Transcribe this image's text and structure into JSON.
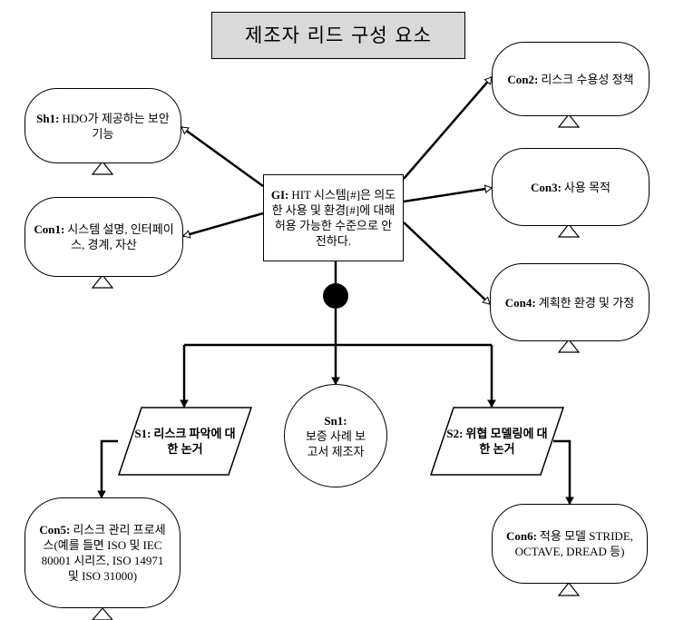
{
  "title": "제조자 리드 구성 요소",
  "goal": {
    "id": "GI:",
    "text": "HIT 시스템[#]은 의도한 사용 및 환경[#]에 대해 허용 가능한 수준으로 안전하다."
  },
  "sh1": {
    "id": "Sh1:",
    "text": "HDO가 제공하는 보안 기능"
  },
  "con1": {
    "id": "Con1:",
    "text": "시스템 설명, 인터페이스, 경계, 자산"
  },
  "con2": {
    "id": "Con2:",
    "text": "리스크 수용성 정책"
  },
  "con3": {
    "id": "Con3:",
    "text": "사용 목적"
  },
  "con4": {
    "id": "Con4:",
    "text": "계획한 환경 및 가정"
  },
  "s1": {
    "id": "S1:",
    "text": "리스크 파악에 대한 논거"
  },
  "sn1": {
    "id": "Sn1:",
    "text": "보증 사례 보고서 제조자"
  },
  "s2": {
    "id": "S2:",
    "text": "위협 모델링에 대한 논거"
  },
  "con5": {
    "id": "Con5:",
    "text": "리스크 관리 프로세스(예를 들면 ISO 및 IEC 80001 시리즈, ISO 14971 및 ISO 31000)"
  },
  "con6": {
    "id": "Con6:",
    "text": "적용 모델 STRIDE, OCTAVE, DREAD 등)"
  }
}
